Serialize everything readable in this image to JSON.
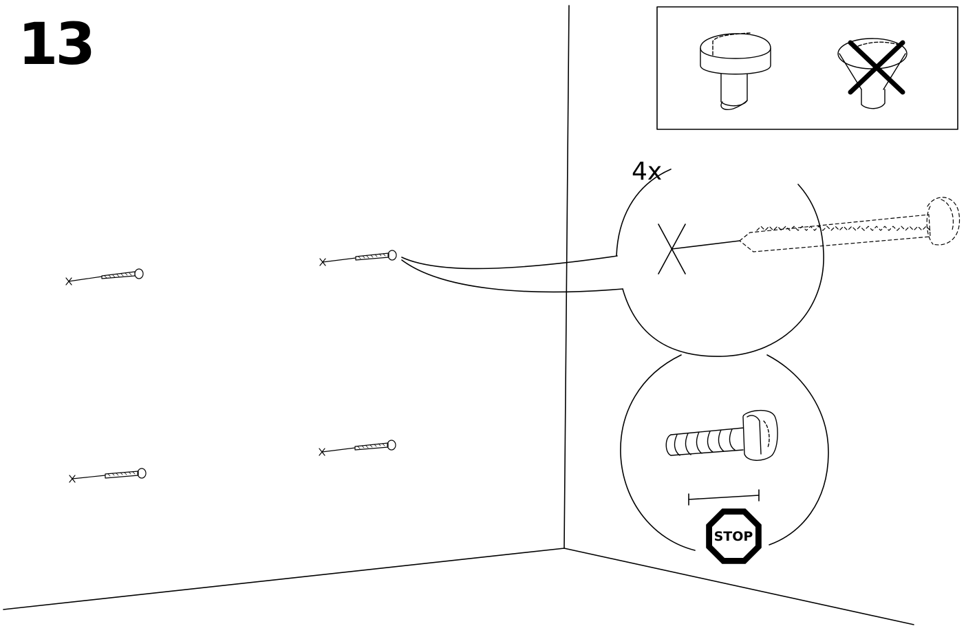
{
  "step": {
    "number": "13"
  },
  "detail": {
    "quantity": "4x"
  },
  "stop_sign": {
    "label": "STOP"
  },
  "colors": {
    "ink": "#000000",
    "paper": "#ffffff"
  },
  "icons": {
    "correct_screw_head": "pan-head-screw-icon",
    "wrong_screw_head": "countersunk-screw-crossed-icon",
    "stop": "stop-sign-icon"
  }
}
